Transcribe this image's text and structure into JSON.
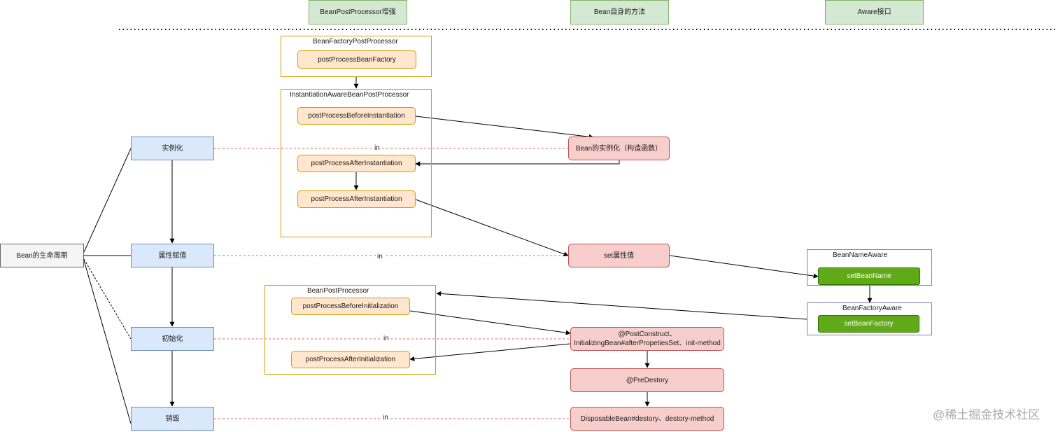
{
  "headers": {
    "postprocessor": "BeanPostProcessor增强",
    "bean_self": "Bean自身的方法",
    "aware": "Aware接口"
  },
  "lifecycle": "Bean的生命周期",
  "phases": {
    "instantiate": "实例化",
    "populate": "属性赋值",
    "initialize": "初始化",
    "destroy": "销毁"
  },
  "groups": {
    "factory_pp": "BeanFactoryPostProcessor",
    "instantiation_aware_pp": "InstantiationAwareBeanPostProcessor",
    "bean_pp": "BeanPostProcessor",
    "bean_name_aware": "BeanNameAware",
    "bean_factory_aware": "BeanFactoryAware"
  },
  "methods": {
    "post_process_bean_factory": "postProcessBeanFactory",
    "before_instantiation": "postProcessBeforeInstantiation",
    "after_instantiation_1": "postProcessAfterInstantiation",
    "after_instantiation_2": "postProcessAfterInstantiation",
    "before_initialization": "postProcessBeforeInitialization",
    "after_initialization": "postProcessAfterInitialization",
    "set_bean_name": "setBeanName",
    "set_bean_factory": "setBeanFactory"
  },
  "bean_methods": {
    "constructor": "Bean的实例化（构造函数）",
    "set_properties": "set属性值",
    "init_line1": "@PostConstruct、",
    "init_line2": "InitializingBean#afterPropetiesSet、init-method",
    "pre_destroy": "@PreDestory",
    "disposable": "DisposableBean#destory、destory-method"
  },
  "connector_labels": {
    "instantiate_in": "in",
    "populate_in": "in",
    "initialize_in": "in",
    "destroy_in": "in"
  },
  "watermark": "@稀土掘金技术社区",
  "colors": {
    "header_fill": "#d5e8d4",
    "phase_fill": "#dae8fc",
    "method_fill": "#ffe6cc",
    "bean_fill": "#f8cecc",
    "aware_method_fill": "#60a917",
    "group_orange": "#d79b00",
    "group_purple": "#9673a6",
    "dashed_red": "#e06666"
  }
}
